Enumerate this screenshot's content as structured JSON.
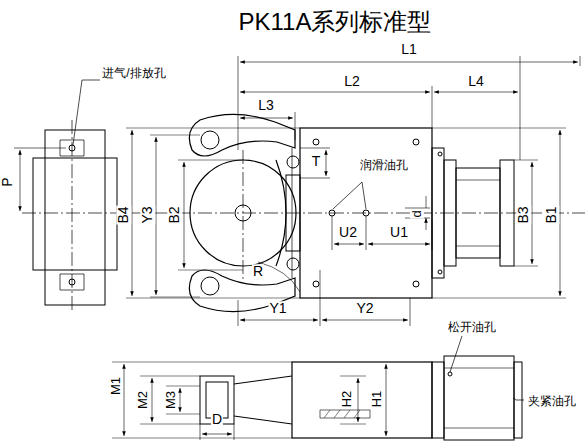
{
  "diagram": {
    "title": "PK11A系列标准型",
    "labels": [
      "L1",
      "进气/排放孔",
      "L2",
      "L4",
      "L3",
      "T",
      "润滑油孔",
      "P",
      "B4",
      "Y3",
      "B2",
      "d",
      "B3",
      "B1",
      "U2",
      "U1",
      "R",
      "Y1",
      "Y2",
      "松开油孔",
      "M1",
      "M2",
      "M3",
      "D",
      "H2",
      "H1",
      "夹紧油孔"
    ]
  }
}
